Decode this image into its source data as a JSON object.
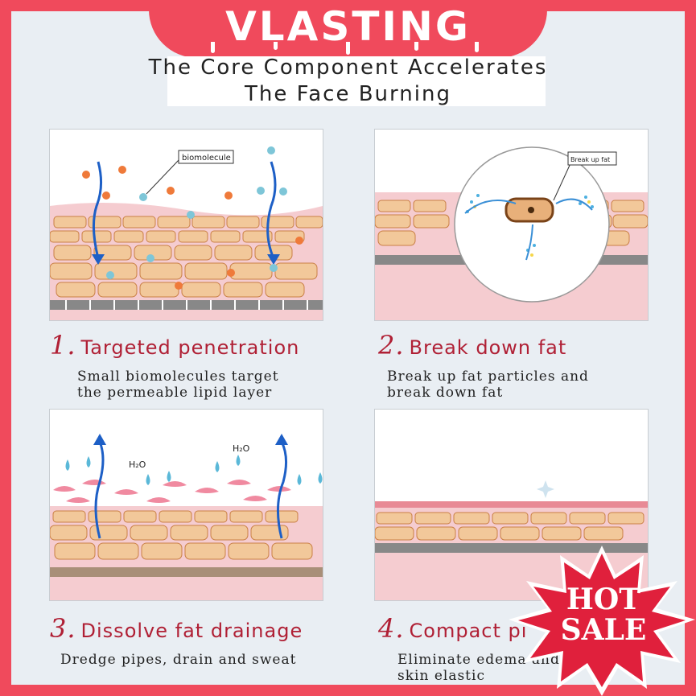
{
  "brand": "VLASTING",
  "title_line1": "The Core Component Accelerates",
  "title_line2": "The Face Burning",
  "panels": [
    {
      "number": "1.",
      "heading": "Targeted penetration",
      "desc_line1": "Small biomolecules target",
      "desc_line2": "the permeable lipid layer",
      "callout": "biomolecule"
    },
    {
      "number": "2.",
      "heading": "Break down fat",
      "desc_line1": "Break up fat particles and",
      "desc_line2": "break down fat",
      "callout": "Break up fat"
    },
    {
      "number": "3.",
      "heading": "Dissolve fat drainage",
      "desc_line1": "Dredge pipes, drain and sweat",
      "desc_line2": "",
      "water_label": "H₂O"
    },
    {
      "number": "4.",
      "heading": "Compact pi",
      "desc_line1": "Eliminate edema and tee",
      "desc_line2": "skin elastic"
    }
  ],
  "badge": {
    "line1": "HOT",
    "line2": "SALE",
    "color": "#e0203c"
  },
  "colors": {
    "frame": "#f04a5c",
    "heading": "#b02035",
    "fat_cell": "#f2c89a",
    "skin": "#f4c8cc"
  }
}
